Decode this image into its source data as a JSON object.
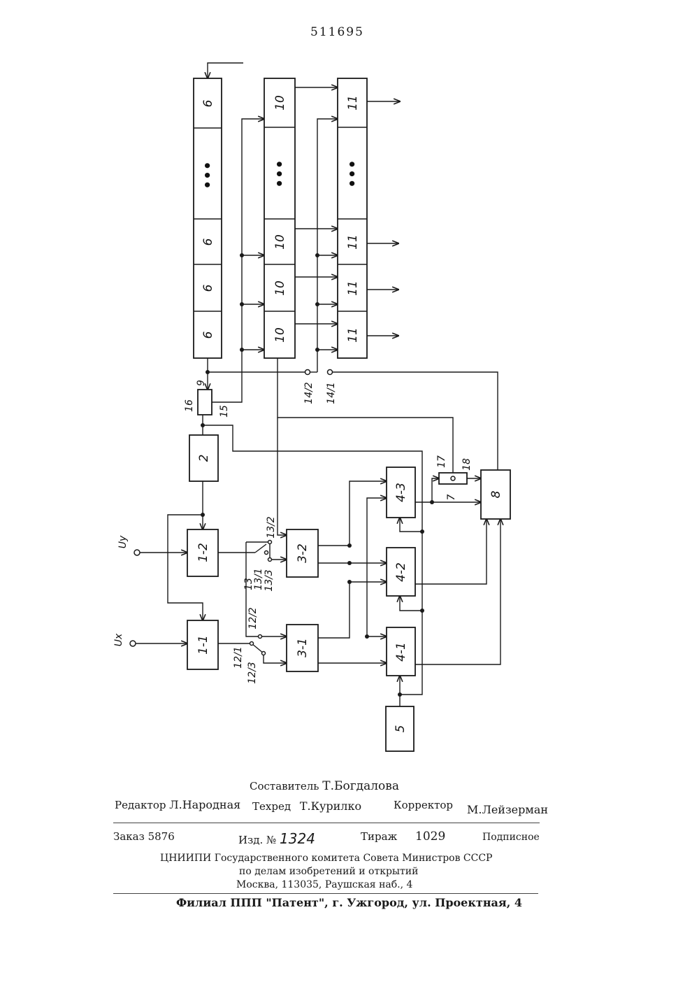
{
  "patent_number": "511695",
  "diagram": {
    "blocks": {
      "b6": "6",
      "b10": "10",
      "b11": "11",
      "b2": "2",
      "b1_1": "1-1",
      "b1_2": "1-2",
      "b3_1": "3-1",
      "b3_2": "3-2",
      "b4_1": "4-1",
      "b4_2": "4-2",
      "b4_3": "4-3",
      "b5": "5",
      "b8": "8",
      "b7": "7"
    },
    "dots": "•••",
    "labels": {
      "l9": "9",
      "l16": "16",
      "l15": "15",
      "l14_2": "14/2",
      "l14_1": "14/1",
      "l17": "17",
      "l18": "18",
      "l13": "13",
      "l13_1": "13/1",
      "l13_2": "13/2",
      "l13_3": "13/3",
      "l12_1": "12/1",
      "l12_2": "12/2",
      "l12_3": "12/3",
      "uy": "Uу",
      "ux": "Uх"
    }
  },
  "footer": {
    "compiler_label": "Составитель",
    "compiler_name": "Т.Богдалова",
    "editor_label": "Редактор",
    "editor_name": "Л.Народная",
    "techred_label": "Техред",
    "techred_name": "Т.Курилко",
    "corrector_label": "Корректор",
    "corrector_name": "М.Лейзерман",
    "order_label": "Заказ",
    "order_value": "5876",
    "edition_label": "Изд. №",
    "edition_value": "1324",
    "print_run_label": "Тираж",
    "print_run_value": "1029",
    "subscription": "Подписное",
    "org_line1": "ЦНИИПИ Государственного комитета Совета Министров СССР",
    "org_line2": "по делам изобретений и открытий",
    "org_line3": "Москва, 113035, Раушская наб., 4",
    "branch_line": "Филиал ППП \"Патент\", г. Ужгород, ул. Проектная, 4"
  }
}
